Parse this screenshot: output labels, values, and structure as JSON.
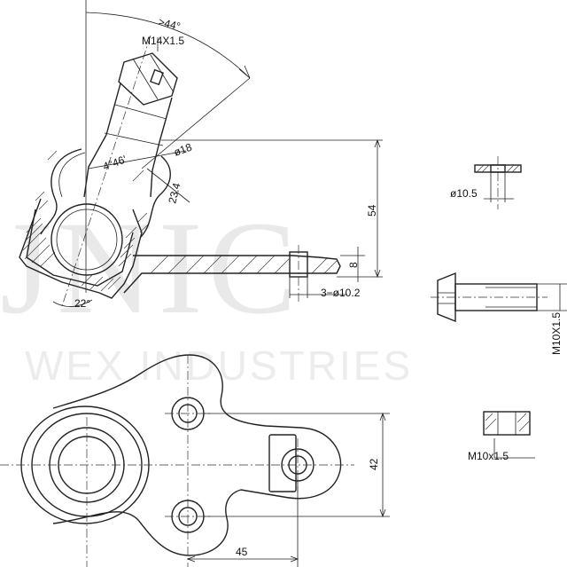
{
  "watermark": {
    "brand": "JNIC",
    "company": "WEX INDUSTRIES"
  },
  "dimensions": {
    "taper_angle": ">44°",
    "stud_thread": "M14X1.5",
    "taper_half_angle": "4°46'",
    "stud_diameter": "ø18",
    "ball_center_height": "23.4",
    "overall_height": "54",
    "arm_thickness": "8",
    "arm_holes": "3−ø10.2",
    "swing_angle": "22°",
    "washer_bore": "ø10.5",
    "bolt_thread": "M10X1.5",
    "nut_thread": "M10x1.5",
    "hole_spacing_vertical": "42",
    "hole_offset_horizontal": "45"
  }
}
